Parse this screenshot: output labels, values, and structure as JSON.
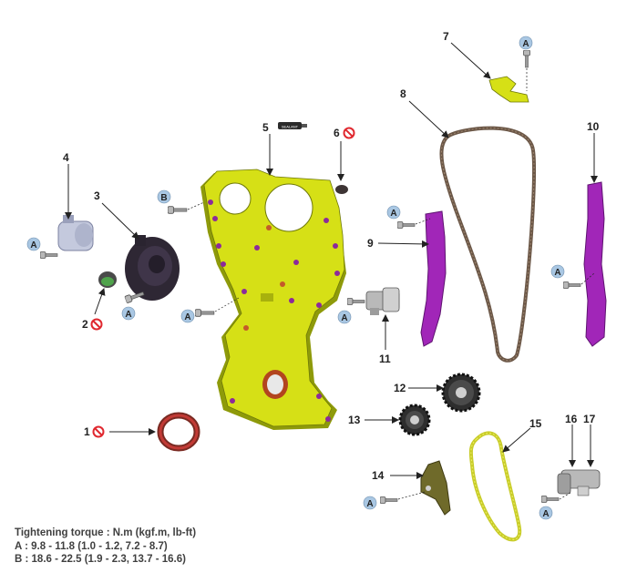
{
  "callouts": {
    "n1": "1",
    "n2": "2",
    "n3": "3",
    "n4": "4",
    "n5": "5",
    "n6": "6",
    "n7": "7",
    "n8": "8",
    "n9": "9",
    "n10": "10",
    "n11": "11",
    "n12": "12",
    "n13": "13",
    "n14": "14",
    "n15": "15",
    "n16": "16",
    "n17": "17"
  },
  "markers": {
    "torque_a": "A",
    "torque_b": "B"
  },
  "sealant_label": "SEALANT",
  "torque_table": {
    "heading": "Tightening torque : N.m (kgf.m, lb-ft)",
    "row_a": "A :  9.8 - 11.8 (1.0 - 1.2, 7.2 - 8.7)",
    "row_b": "B : 18.6 - 22.5 (1.9 - 2.3, 13.7 - 16.6)"
  },
  "colors": {
    "timing_cover": "#d6e016",
    "cover_shadow": "#8e9a0a",
    "guide_purple": "#a126b8",
    "chain": "#6b5747",
    "marker_fill": "#a9c7e3",
    "no_reuse_red": "#e0282f",
    "seal_red": "#c23a35",
    "text": "#404040"
  }
}
